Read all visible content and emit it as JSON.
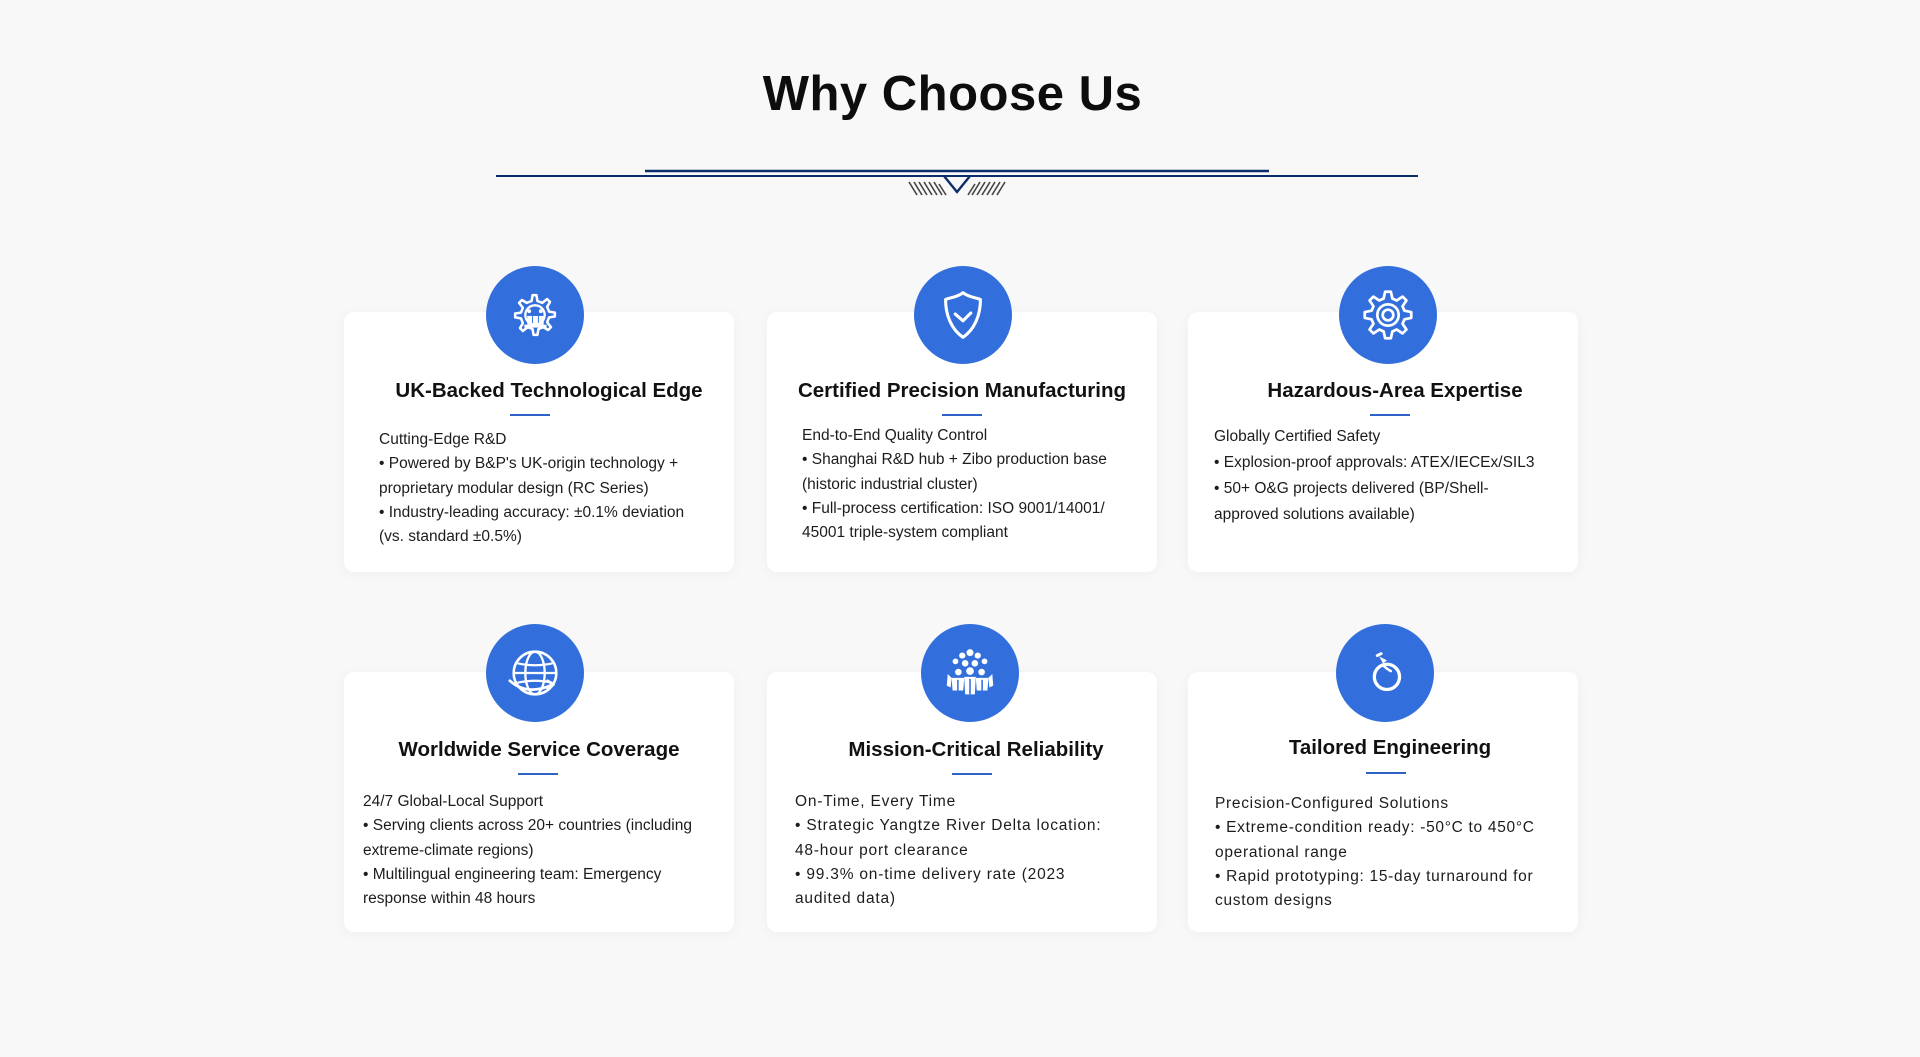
{
  "header": {
    "title": "Why Choose Us"
  },
  "colors": {
    "icon_circle": "#326fdc",
    "accent_line": "#2f62c5",
    "divider_navy": "#0b2d6b",
    "background": "#f8f8f8",
    "card": "#ffffff"
  },
  "cards": [
    {
      "icon": "gear-circuit-icon",
      "title": "UK-Backed Technological Edge",
      "subtitle": "Cutting-Edge R&D",
      "lines": [
        "• Powered by B&P's UK-origin technology +",
        "proprietary modular design (RC Series)",
        "• Industry-leading accuracy: ±0.1% deviation",
        "(vs. standard ±0.5%)"
      ]
    },
    {
      "icon": "shield-check-icon",
      "title": "Certified Precision Manufacturing",
      "subtitle": "End-to-End Quality Control",
      "lines": [
        "• Shanghai R&D hub + Zibo production base",
        "(historic industrial cluster)",
        "• Full-process certification: ISO 9001/14001/",
        "45001 triple-system compliant"
      ]
    },
    {
      "icon": "gear-icon",
      "title": "Hazardous-Area Expertise",
      "subtitle": "Globally Certified Safety",
      "lines": [
        "• Explosion-proof approvals: ATEX/IECEx/SIL3",
        "• 50+ O&G projects delivered (BP/Shell-",
        "approved solutions available)"
      ]
    },
    {
      "icon": "globe-icon",
      "title": "Worldwide Service Coverage",
      "subtitle": "24/7 Global-Local Support",
      "lines": [
        "• Serving clients across 20+ countries (including",
        "extreme-climate regions)",
        "• Multilingual engineering team: Emergency",
        "response within 48 hours"
      ]
    },
    {
      "icon": "team-icon",
      "title": "Mission-Critical Reliability",
      "subtitle": "On-Time, Every Time",
      "lines": [
        "• Strategic Yangtze River Delta location:",
        "48-hour port clearance",
        "• 99.3% on-time delivery rate (2023",
        "audited data)"
      ]
    },
    {
      "icon": "ring-icon",
      "title": "Tailored Engineering",
      "subtitle": "Precision-Configured Solutions",
      "lines": [
        "• Extreme-condition ready: -50°C to 450°C",
        "operational range",
        "• Rapid prototyping: 15-day turnaround for",
        "custom designs"
      ]
    }
  ]
}
